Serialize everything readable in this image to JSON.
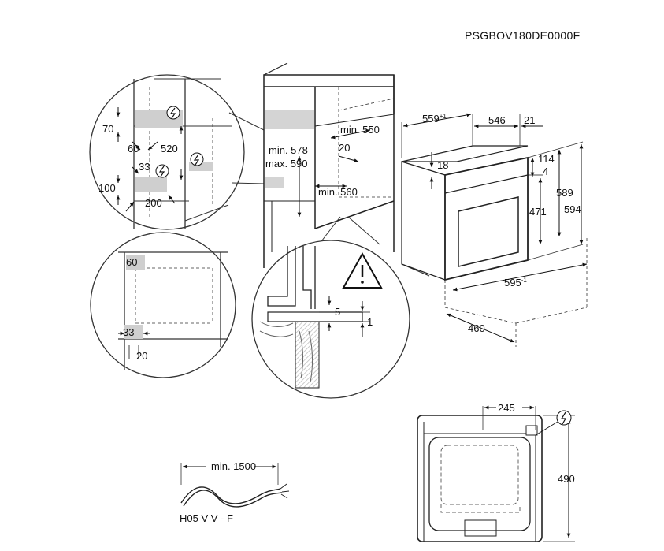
{
  "code": "PSGBOV180DE0000F",
  "niche_detail": {
    "d70": "70",
    "d60": "60",
    "d520": "520",
    "d33": "33",
    "d100": "100",
    "d200": "200"
  },
  "cabinet": {
    "min550": "min. 550",
    "min578": "min. 578",
    "max590": "max. 590",
    "d20": "20",
    "min560": "min. 560"
  },
  "oven": {
    "d559": "559",
    "d559_tol": "+1",
    "d546": "546",
    "d21": "21",
    "d18": "18",
    "d114": "114",
    "d4": "4",
    "d589": "589",
    "d594": "594",
    "d471": "471",
    "d595": "595",
    "d595_tol": "-1",
    "d460": "460"
  },
  "vent_detail": {
    "d60": "60",
    "d33": "33",
    "d20": "20"
  },
  "gap_detail": {
    "d5": "5",
    "d1": "1"
  },
  "cable": {
    "length": "min. 1500",
    "type": "H05 V V - F"
  },
  "rear": {
    "d245": "245",
    "d490": "490"
  }
}
